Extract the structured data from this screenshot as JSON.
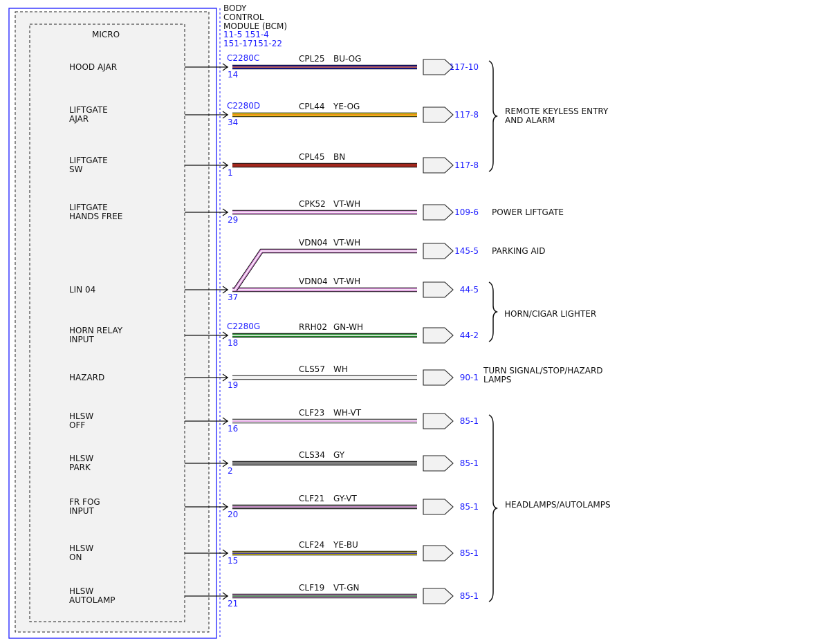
{
  "module": {
    "title_lines": [
      "BODY",
      "CONTROL",
      "MODULE (BCM)"
    ],
    "ref_lines": [
      "11-5  151-4",
      "151-17151-22"
    ],
    "micro_label": "MICRO",
    "border_color": "#1c1cff"
  },
  "circuits": [
    {
      "input": [
        "HOOD AJAR"
      ],
      "connector": "C2280C",
      "pin": "14",
      "circuit": "CPL25",
      "color_code": "BU-OG",
      "wire_colors": [
        "#1212cc",
        "#f07a1a"
      ],
      "dest_ref": "117-10"
    },
    {
      "input": [
        "LIFTGATE",
        "AJAR"
      ],
      "connector": "C2280D",
      "pin": "34",
      "circuit": "CPL44",
      "color_code": "YE-OG",
      "wire_colors": [
        "#e6d21a",
        "#f07a1a"
      ],
      "dest_ref": "117-8"
    },
    {
      "input": [
        "LIFTGATE",
        "SW"
      ],
      "connector": "",
      "pin": "1",
      "circuit": "CPL45",
      "color_code": "BN",
      "wire_colors": [
        "#a3281e",
        "#a3281e"
      ],
      "dest_ref": "117-8"
    },
    {
      "input": [
        "LIFTGATE",
        "HANDS FREE"
      ],
      "connector": "",
      "pin": "29",
      "circuit": "CPK52",
      "color_code": "VT-WH",
      "wire_colors": [
        "#d88ad8",
        "#ffffff"
      ],
      "dest_ref": "109-6"
    },
    {
      "input": [
        "LIN 04"
      ],
      "connector": "",
      "pin": "37",
      "circuit": "VDN04",
      "color_code": "VT-WH",
      "wire_colors": [
        "#d88ad8",
        "#ffffff"
      ],
      "dest_ref": "44-5"
    },
    {
      "input": [
        "HORN RELAY",
        "INPUT"
      ],
      "connector": "C2280G",
      "pin": "18",
      "circuit": "RRH02",
      "color_code": "GN-WH",
      "wire_colors": [
        "#1e8a28",
        "#ffffff"
      ],
      "dest_ref": "44-2"
    },
    {
      "input": [
        "HAZARD"
      ],
      "connector": "",
      "pin": "19",
      "circuit": "CLS57",
      "color_code": "WH",
      "wire_colors": [
        "#f2f2f2",
        "#f2f2f2"
      ],
      "dest_ref": "90-1"
    },
    {
      "input": [
        "HLSW",
        "OFF"
      ],
      "connector": "",
      "pin": "16",
      "circuit": "CLF23",
      "color_code": "WH-VT",
      "wire_colors": [
        "#ffffff",
        "#d88ad8"
      ],
      "dest_ref": "85-1"
    },
    {
      "input": [
        "HLSW",
        "PARK"
      ],
      "connector": "",
      "pin": "2",
      "circuit": "CLS34",
      "color_code": "GY",
      "wire_colors": [
        "#808080",
        "#808080"
      ],
      "dest_ref": "85-1"
    },
    {
      "input": [
        "FR FOG",
        "INPUT"
      ],
      "connector": "",
      "pin": "20",
      "circuit": "CLF21",
      "color_code": "GY-VT",
      "wire_colors": [
        "#808080",
        "#d88ad8"
      ],
      "dest_ref": "85-1"
    },
    {
      "input": [
        "HLSW",
        "ON"
      ],
      "connector": "",
      "pin": "15",
      "circuit": "CLF24",
      "color_code": "YE-BU",
      "wire_colors": [
        "#e6d21a",
        "#1212cc"
      ],
      "dest_ref": "85-1"
    },
    {
      "input": [
        "HLSW",
        "AUTOLAMP"
      ],
      "connector": "",
      "pin": "21",
      "circuit": "CLF19",
      "color_code": "VT-GN",
      "wire_colors": [
        "#d88ad8",
        "#1e8a28"
      ],
      "dest_ref": "85-1"
    }
  ],
  "branch": {
    "circuit": "VDN04",
    "color_code": "VT-WH",
    "wire_colors": [
      "#d88ad8",
      "#ffffff"
    ],
    "dest_ref": "145-5"
  },
  "systems": [
    {
      "lines": [
        "REMOTE KEYLESS ENTRY",
        "AND ALARM"
      ]
    },
    {
      "lines": [
        "POWER LIFTGATE"
      ]
    },
    {
      "lines": [
        "PARKING AID"
      ]
    },
    {
      "lines": [
        "HORN/CIGAR LIGHTER"
      ]
    },
    {
      "lines": [
        "TURN SIGNAL/STOP/HAZARD",
        "LAMPS"
      ]
    },
    {
      "lines": [
        "HEADLAMPS/AUTOLAMPS"
      ]
    }
  ]
}
